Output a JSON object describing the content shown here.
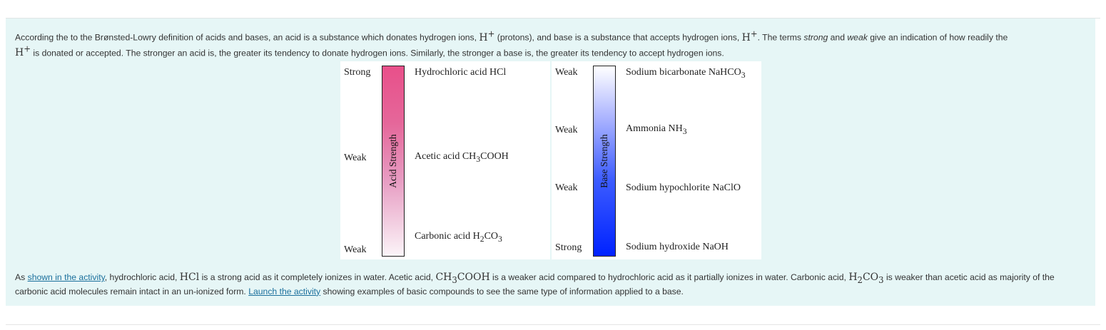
{
  "intro": {
    "t1": "According the to the Brønsted-Lowry definition of acids and bases, an acid is a substance which donates hydrogen ions, ",
    "hplus": "H",
    "plus": "+",
    "t2": " (protons), and base is a substance that accepts hydrogen ions, ",
    "t3": ". The terms ",
    "strong": "strong",
    "t4": " and ",
    "weak": "weak",
    "t5": " give an indication of how readily the",
    "t6": " is donated or accepted. The stronger an acid is, the greater its tendency to donate hydrogen ions. Similarly, the stronger a base is, the greater its tendency to accept hydrogen ions."
  },
  "acid_figure": {
    "bar_label": "Acid Strength",
    "rows": [
      {
        "strength": "Strong",
        "name": "Hydrochloric acid HCl"
      },
      {
        "strength": "Weak",
        "name": "Acetic acid CH",
        "sub1": "3",
        "name2": "COOH"
      },
      {
        "strength": "Weak",
        "name": "Carbonic acid H",
        "sub1": "2",
        "name2": "CO",
        "sub2": "3"
      }
    ]
  },
  "base_figure": {
    "bar_label": "Base Strength",
    "rows": [
      {
        "strength": "Weak",
        "name": "Sodium bicarbonate NaHCO",
        "sub1": "3"
      },
      {
        "strength": "Weak",
        "name": "Ammonia NH",
        "sub1": "3"
      },
      {
        "strength": "Weak",
        "name": "Sodium hypochlorite NaClO"
      },
      {
        "strength": "Strong",
        "name": "Sodium hydroxide NaOH"
      }
    ]
  },
  "outro": {
    "t1": "As ",
    "link1": "shown in the activity",
    "t2": ", hydrochloric acid, ",
    "hcl": "HCl",
    "t3": " is a strong acid as it completely ionizes in water. Acetic acid, ",
    "ch": "CH",
    "s3": "3",
    "cooh": "COOH",
    "t4": " is a weaker acid compared to hydrochloric acid as it partially ionizes in water. Carbonic acid, ",
    "h": "H",
    "s2": "2",
    "co": "CO",
    "s3b": "3",
    "t5": " is weaker than acetic acid as majority of the carbonic acid molecules remain intact in an un-ionized form. ",
    "link2": "Launch the activity",
    "t6": " showing examples of basic compounds to see the same type of information applied to a base."
  }
}
